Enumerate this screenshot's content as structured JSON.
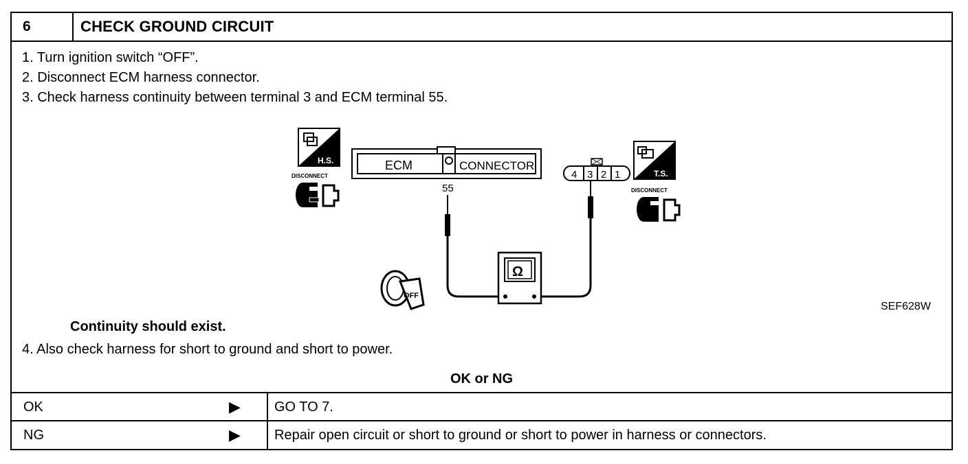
{
  "header": {
    "step_number": "6",
    "title": "CHECK GROUND CIRCUIT"
  },
  "steps": [
    "1.  Turn ignition switch “OFF”.",
    "2.  Disconnect ECM harness connector.",
    "3.  Check harness continuity between terminal 3 and ECM terminal 55."
  ],
  "diagram": {
    "left_badge": "H.S.",
    "right_badge": "T.S.",
    "disconnect_label": "DISCONNECT",
    "ecm_label": "ECM",
    "connector_label": "CONNECTOR",
    "ecm_terminal": "55",
    "harness_terminals": [
      "4",
      "3",
      "2",
      "1"
    ],
    "meter_symbol": "Ω",
    "key_label": "OFF",
    "figure_id": "SEF628W"
  },
  "result_text": "Continuity should exist.",
  "step4": "4.  Also check harness for short to ground and short to power.",
  "ok_ng_label": "OK or NG",
  "outcomes": [
    {
      "label": "OK",
      "arrow": "▶",
      "action": "GO TO 7."
    },
    {
      "label": "NG",
      "arrow": "▶",
      "action": "Repair open circuit or short to ground or short to power in harness or connectors."
    }
  ]
}
